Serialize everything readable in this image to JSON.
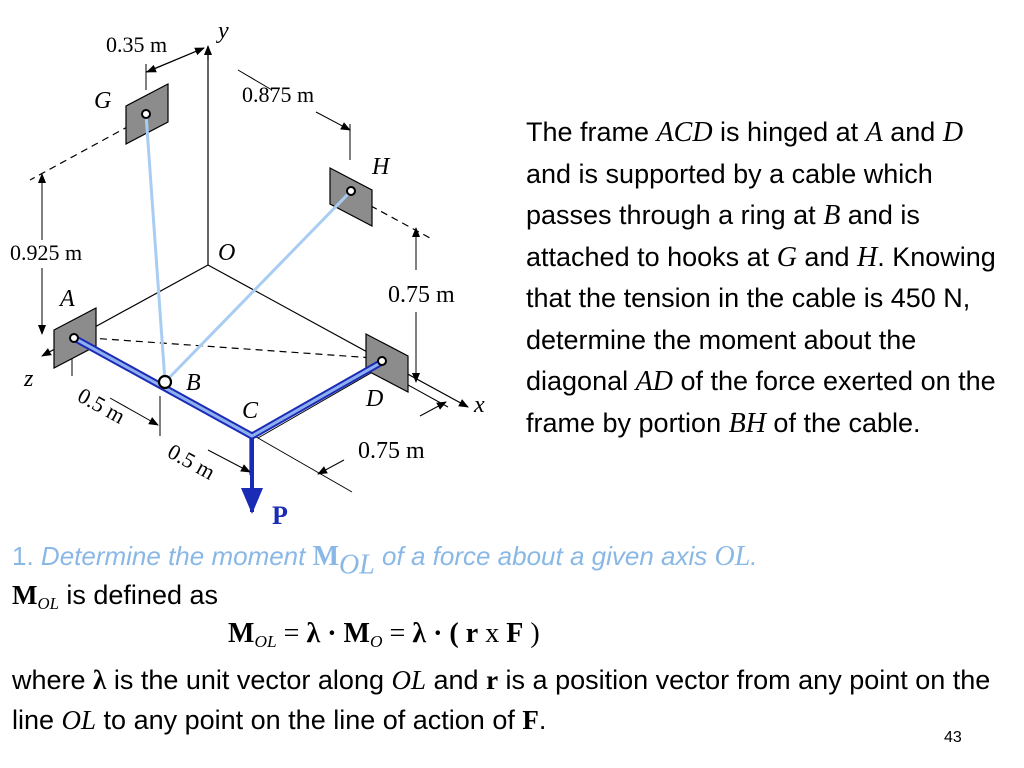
{
  "diagram": {
    "axes": {
      "x": "x",
      "y": "y",
      "z": "z"
    },
    "points": {
      "O": "O",
      "A": "A",
      "B": "B",
      "C": "C",
      "D": "D",
      "G": "G",
      "H": "H"
    },
    "force_label": "P",
    "dimensions": {
      "d_035": "0.35 m",
      "d_0875": "0.875 m",
      "d_0925": "0.925 m",
      "d_075_right": "0.75 m",
      "d_075_bottom": "0.75 m",
      "d_05_upper": "0.5 m",
      "d_05_lower": "0.5 m"
    },
    "colors": {
      "frame": "#6f8fe0",
      "cable": "#a9cdf2",
      "force": "#1a2bb5",
      "plate": "#8c8c8c"
    }
  },
  "problem": {
    "t1": "The frame ",
    "acd": "ACD",
    "t2": " is hinged at ",
    "a": "A",
    "t3": " and ",
    "d": "D",
    "t4": " and is supported by a cable which passes through a ring at ",
    "b": "B",
    "t5": " and is attached to hooks at ",
    "g": "G",
    "t6": " and ",
    "h": "H",
    "t7": ".  Knowing that the tension in the cable is 450 N, determine the moment about the diagonal ",
    "ad": "AD",
    "t8": " of the force exerted on the frame by portion ",
    "bh": "BH",
    "t9": " of the cable."
  },
  "step": {
    "num": "1. ",
    "text1": "Determine the moment ",
    "m": "M",
    "sub": "OL",
    "text2": " of a force about a given axis ",
    "ol": "OL",
    "end": "."
  },
  "definition": {
    "m": "M",
    "sub": "OL",
    "text": " is defined as"
  },
  "equation": {
    "m1": "M",
    "sub1": "OL",
    "eq1": " = ",
    "lambda1": "λ",
    "dot1": " · ",
    "m2": "M",
    "sub2": "O",
    "eq2": " = ",
    "lambda2": "λ",
    "dot2": " · ( ",
    "r": "r",
    "cross": " x ",
    "f": "F",
    "close": " )"
  },
  "where": {
    "w1": "where ",
    "lambda": "λ",
    "w2": " is the unit vector along ",
    "ol1": "OL",
    "w3": " and ",
    "r": "r",
    "w4": " is a position vector from any point on the line ",
    "ol2": "OL",
    "w5": " to any point on the line of action of ",
    "f": "F",
    "w6": "."
  },
  "page_number": "43"
}
